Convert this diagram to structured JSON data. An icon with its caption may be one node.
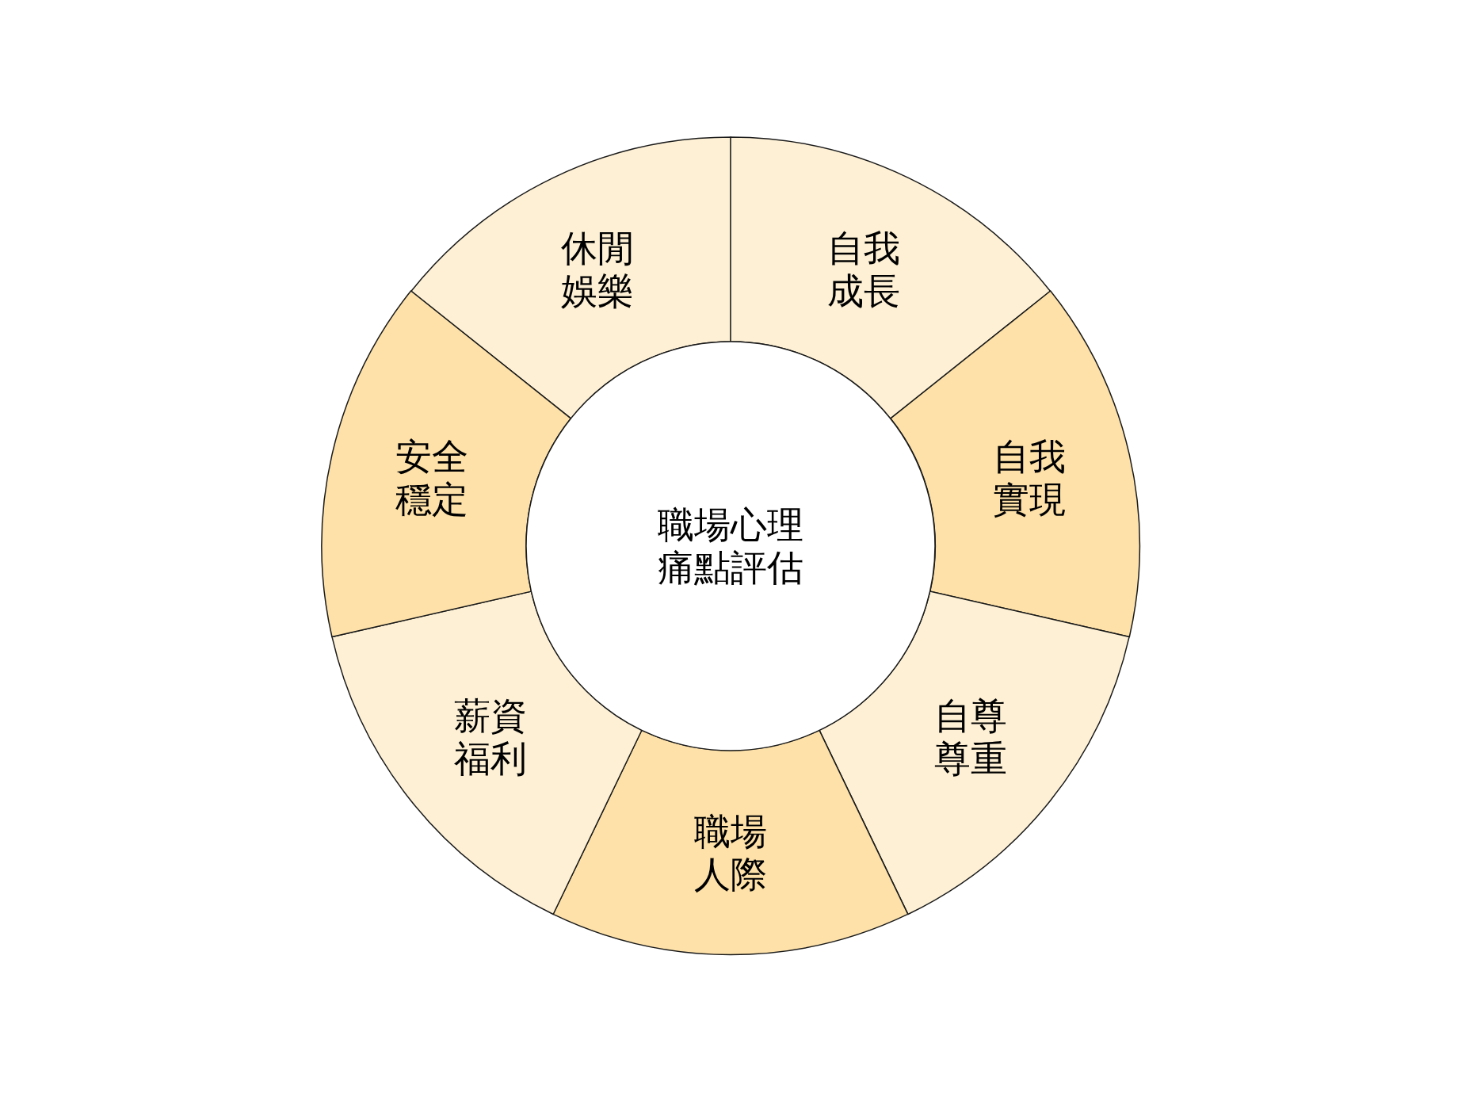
{
  "diagram": {
    "nodes": [
      {
        "text": [
          "職場心理痛點評估"
        ]
      },
      {
        "text": [
          "休閒娛樂"
        ]
      },
      {
        "text": [
          "自我成長"
        ]
      },
      {
        "text": [
          "自我實現"
        ]
      },
      {
        "text": [
          "自尊尊重"
        ]
      },
      {
        "text": [
          "職場人際"
        ]
      },
      {
        "text": [
          "薪資福利"
        ]
      },
      {
        "text": [
          "安全穩定"
        ]
      }
    ]
  }
}
